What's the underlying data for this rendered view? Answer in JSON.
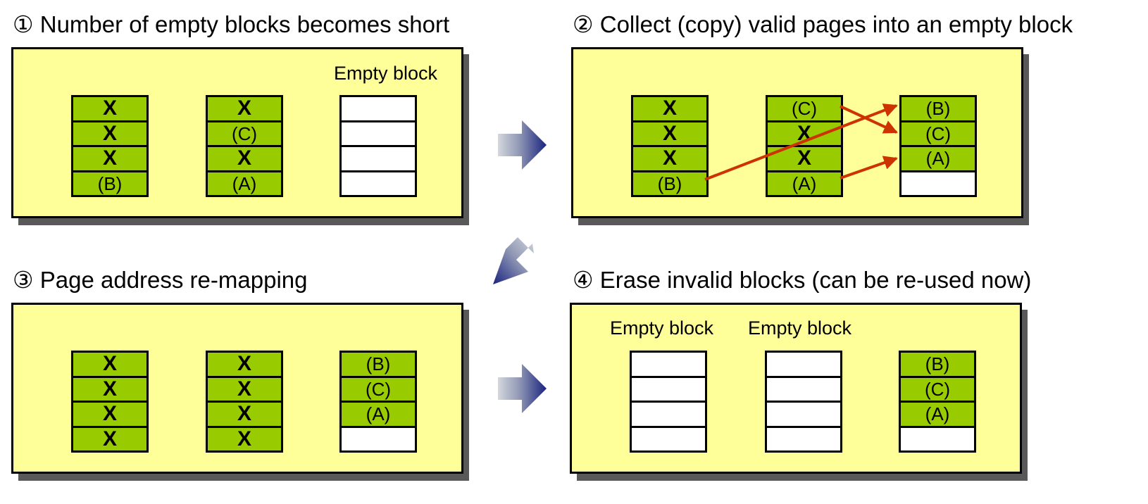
{
  "steps": [
    {
      "title": "① Number of empty blocks becomes short",
      "empty_label": "Empty block",
      "blocks": [
        [
          {
            "t": "invalid",
            "text": "X"
          },
          {
            "t": "invalid",
            "text": "X"
          },
          {
            "t": "invalid",
            "text": "X"
          },
          {
            "t": "valid",
            "text": "(B)"
          }
        ],
        [
          {
            "t": "invalid",
            "text": "X"
          },
          {
            "t": "valid",
            "text": "(C)"
          },
          {
            "t": "invalid",
            "text": "X"
          },
          {
            "t": "valid",
            "text": "(A)"
          }
        ],
        [
          {
            "t": "empty",
            "text": ""
          },
          {
            "t": "empty",
            "text": ""
          },
          {
            "t": "empty",
            "text": ""
          },
          {
            "t": "empty",
            "text": ""
          }
        ]
      ]
    },
    {
      "title": "② Collect (copy) valid pages into an empty block",
      "blocks": [
        [
          {
            "t": "invalid",
            "text": "X"
          },
          {
            "t": "invalid",
            "text": "X"
          },
          {
            "t": "invalid",
            "text": "X"
          },
          {
            "t": "valid",
            "text": "(B)"
          }
        ],
        [
          {
            "t": "valid",
            "text": "(C)"
          },
          {
            "t": "invalid",
            "text": "X"
          },
          {
            "t": "invalid",
            "text": "X"
          },
          {
            "t": "valid",
            "text": "(A)"
          }
        ],
        [
          {
            "t": "valid",
            "text": "(B)"
          },
          {
            "t": "valid",
            "text": "(C)"
          },
          {
            "t": "valid",
            "text": "(A)"
          },
          {
            "t": "empty",
            "text": ""
          }
        ]
      ]
    },
    {
      "title": "③ Page address re-mapping",
      "blocks": [
        [
          {
            "t": "invalid",
            "text": "X"
          },
          {
            "t": "invalid",
            "text": "X"
          },
          {
            "t": "invalid",
            "text": "X"
          },
          {
            "t": "invalid",
            "text": "X"
          }
        ],
        [
          {
            "t": "invalid",
            "text": "X"
          },
          {
            "t": "invalid",
            "text": "X"
          },
          {
            "t": "invalid",
            "text": "X"
          },
          {
            "t": "invalid",
            "text": "X"
          }
        ],
        [
          {
            "t": "valid",
            "text": "(B)"
          },
          {
            "t": "valid",
            "text": "(C)"
          },
          {
            "t": "valid",
            "text": "(A)"
          },
          {
            "t": "empty",
            "text": ""
          }
        ]
      ]
    },
    {
      "title": "④ Erase invalid blocks (can be re-used now)",
      "empty_label_1": "Empty block",
      "empty_label_2": "Empty block",
      "blocks": [
        [
          {
            "t": "empty",
            "text": ""
          },
          {
            "t": "empty",
            "text": ""
          },
          {
            "t": "empty",
            "text": ""
          },
          {
            "t": "empty",
            "text": ""
          }
        ],
        [
          {
            "t": "empty",
            "text": ""
          },
          {
            "t": "empty",
            "text": ""
          },
          {
            "t": "empty",
            "text": ""
          },
          {
            "t": "empty",
            "text": ""
          }
        ],
        [
          {
            "t": "valid",
            "text": "(B)"
          },
          {
            "t": "valid",
            "text": "(C)"
          },
          {
            "t": "valid",
            "text": "(A)"
          },
          {
            "t": "empty",
            "text": ""
          }
        ]
      ]
    }
  ],
  "colors": {
    "panel_fill": "#ffff99",
    "valid_page": "#99cc00",
    "empty_page": "#ffffff",
    "copy_arrow": "#cc3300",
    "flow_arrow": "#1a237e"
  }
}
